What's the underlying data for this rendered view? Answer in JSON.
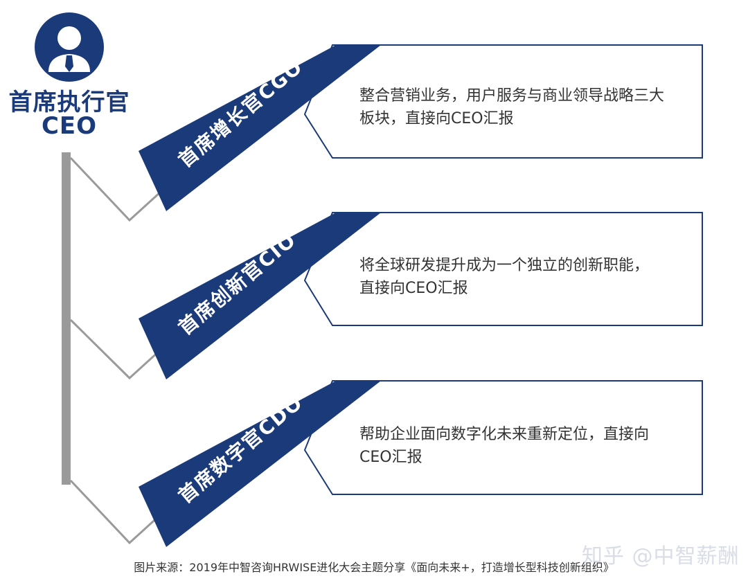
{
  "ceo": {
    "title_line1": "首席执行官",
    "title_line2": "CEO",
    "icon": "user-icon",
    "color": "#1b3a7a"
  },
  "roles": [
    {
      "label": "首席增长官CGO",
      "desc_line1": "整合营销业务，用户服务与商业领导战略三大",
      "desc_line2": "板块，直接向CEO汇报"
    },
    {
      "label": "首席创新官CIO",
      "desc_line1": "将全球研发提升成为一个独立的创新职能，",
      "desc_line2": "直接向CEO汇报"
    },
    {
      "label": "首席数字官CDO",
      "desc_line1": "帮助企业面向数字化未来重新定位，直接向",
      "desc_line2": "CEO汇报"
    }
  ],
  "colors": {
    "navy": "#1b3a7a",
    "connector": "#9a9a9a",
    "text": "#333333"
  },
  "caption": "图片来源：2019年中智咨询HRWISE进化大会主题分享《面向未来+，打造增长型科技创新组织》",
  "watermark": "知乎 @中智薪酬"
}
